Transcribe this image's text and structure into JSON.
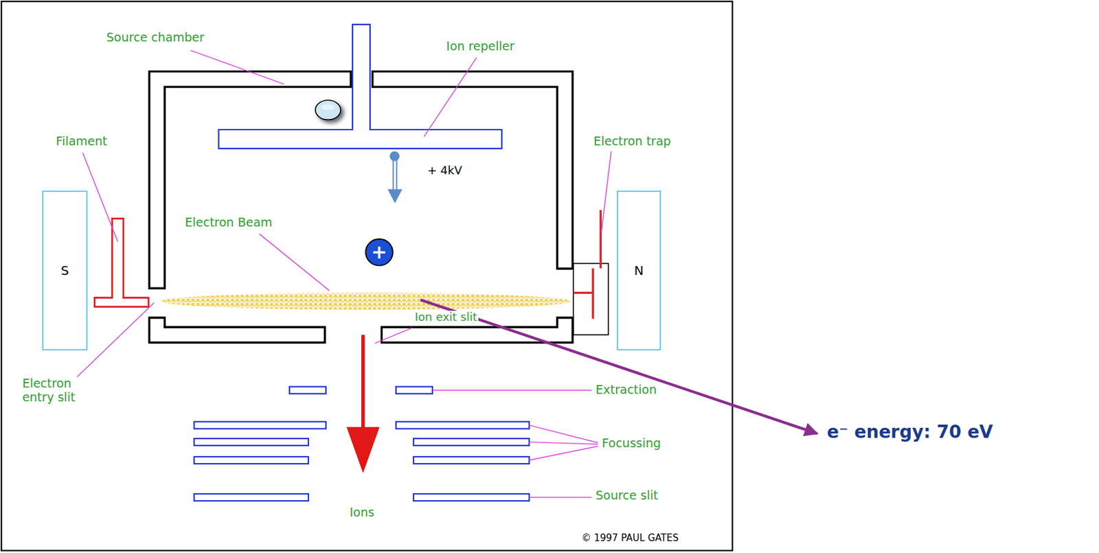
{
  "diagram": {
    "nodes": [
      {
        "text": [
          "S"
        ]
      },
      {
        "text": [
          "+"
        ]
      },
      {
        "text": [
          "N"
        ]
      }
    ],
    "labels": [
      "Source chamber",
      "Ion repeller",
      "+ 4kV",
      "Filament",
      "Electron Beam",
      "Electron trap",
      "Ion exit slit",
      "Electron entry slit",
      "Extraction",
      "Focussing",
      "e⁻ energy: 70 eV",
      "Ions",
      "Source slit",
      "© 1997 PAUL GATES"
    ]
  }
}
